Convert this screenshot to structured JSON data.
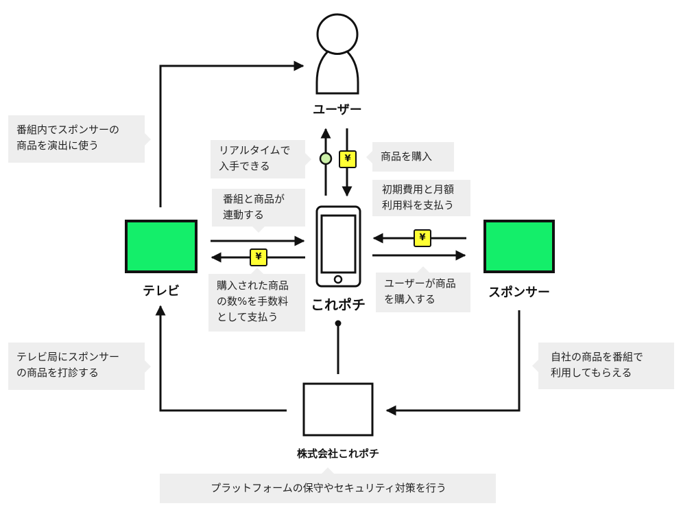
{
  "nodes": {
    "user": "ユーザー",
    "tv": "テレビ",
    "app": "これポチ",
    "sponsor": "スポンサー",
    "company": "株式会社これポチ"
  },
  "money_symbol": "¥",
  "colors": {
    "node_fill": "#14ee6a",
    "money_fill": "#ffff33",
    "realtime_dot": "#ccf0a8",
    "callout_bg": "#eeeeee",
    "line": "#111111"
  },
  "callouts": {
    "tv_to_user": "番組内でスポンサーの\n商品を演出に使う",
    "realtime": "リアルタイムで\n入手できる",
    "buy": "商品を購入",
    "linked": "番組と商品が\n連動する",
    "fees": "初期費用と月額\n利用料を支払う",
    "commission": "購入された商品\nの数%を手数料\nとして支払う",
    "user_buys": "ユーザーが商品\nを購入する",
    "pitch": "テレビ局にスポンサー\nの商品を打診する",
    "sponsor_benefit": "自社の商品を番組で\n利用してもらえる",
    "maintenance": "プラットフォームの保守やセキュリティ対策を行う"
  }
}
